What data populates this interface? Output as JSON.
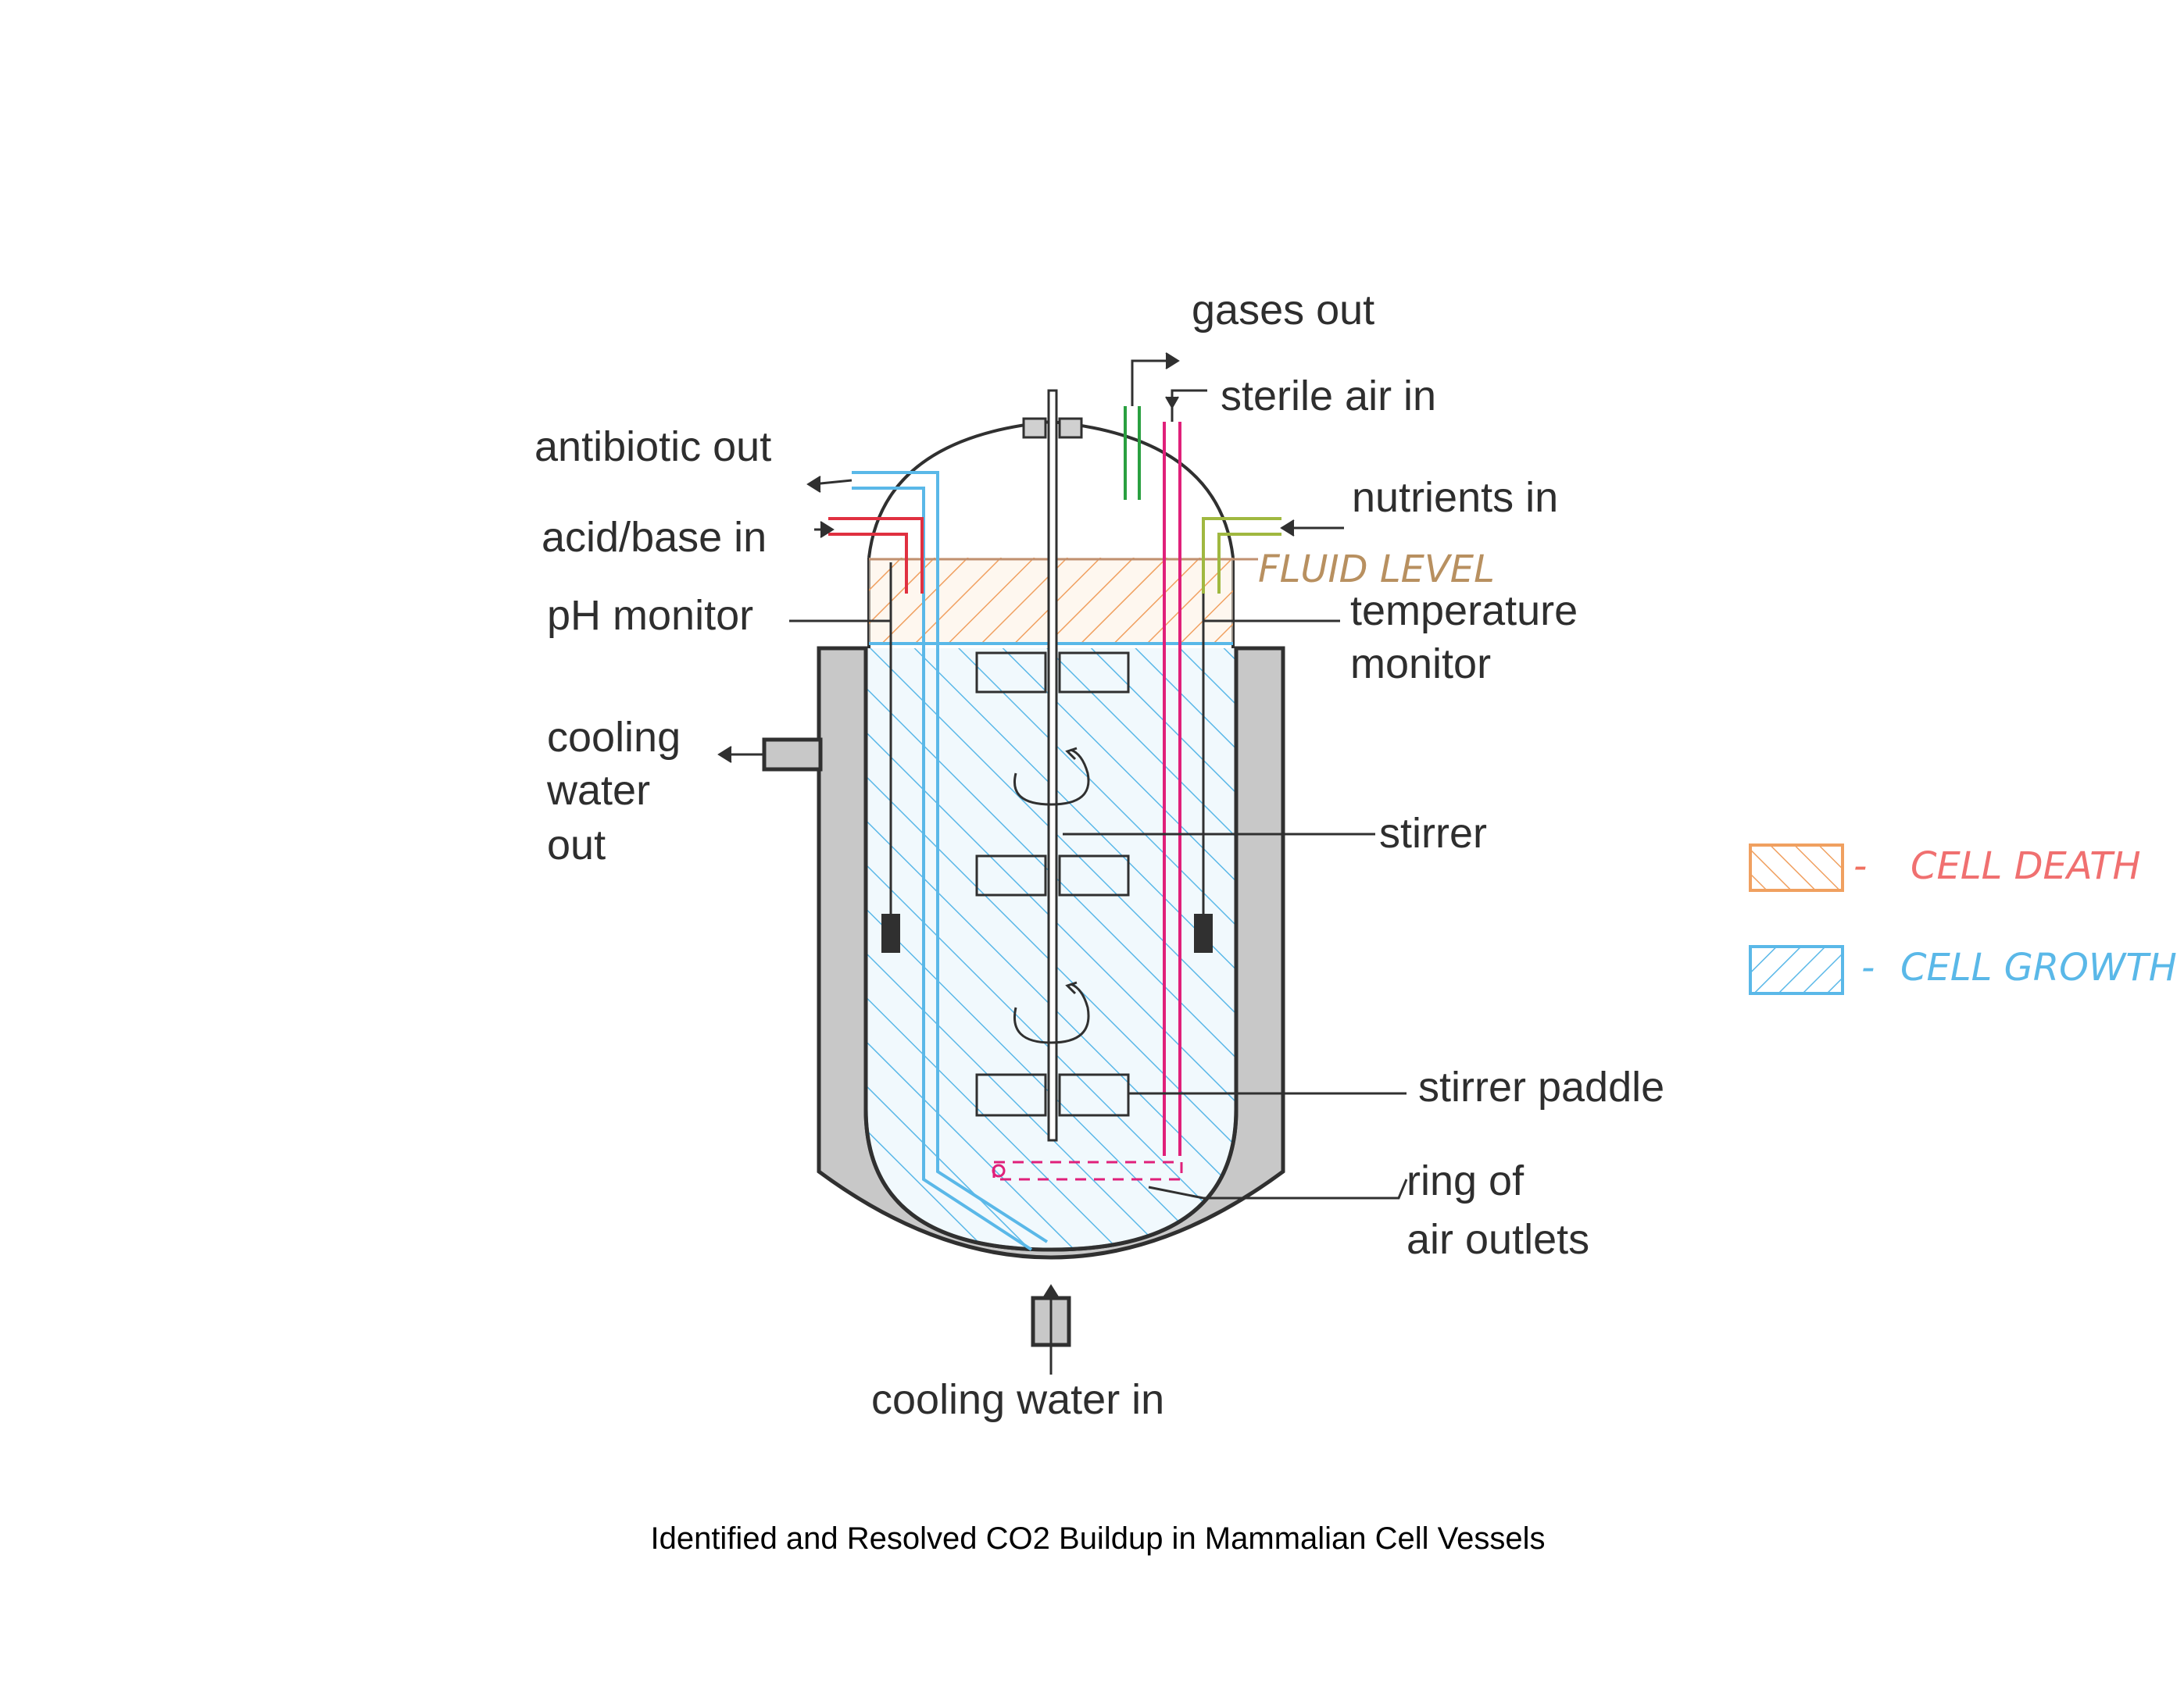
{
  "labels": {
    "gases_out": "gases out",
    "sterile_air_in": "sterile air in",
    "antibiotic_out": "antibiotic out",
    "acid_base_in": "acid/base in",
    "nutrients_in": "nutrients in",
    "fluid_level": "FLUID LEVEL",
    "ph_monitor": "pH monitor",
    "temperature_line1": "temperature",
    "temperature_line2": "monitor",
    "cooling_out_line1": "cooling",
    "cooling_out_line2": "water",
    "cooling_out_line3": "out",
    "stirrer": "stirrer",
    "stirrer_paddle": "stirrer paddle",
    "ring_line1": "ring of",
    "ring_line2": "air outlets",
    "cooling_water_in": "cooling water in"
  },
  "legend": {
    "cell_death": "CELL DEATH",
    "cell_growth": "CELL GROWTH",
    "dash": "-"
  },
  "caption": "Identified and Resolved CO2 Buildup in Mammalian Cell Vessels",
  "colors": {
    "cell_death": "#f0a060",
    "cell_growth": "#5ab8e8",
    "acid_pipe": "#e03040",
    "gas_pipe": "#2aa040",
    "air_pipe": "#e0207a",
    "nutrient_pipe": "#a0b840",
    "jacket": "#c8c8c8",
    "outline": "#303030"
  }
}
